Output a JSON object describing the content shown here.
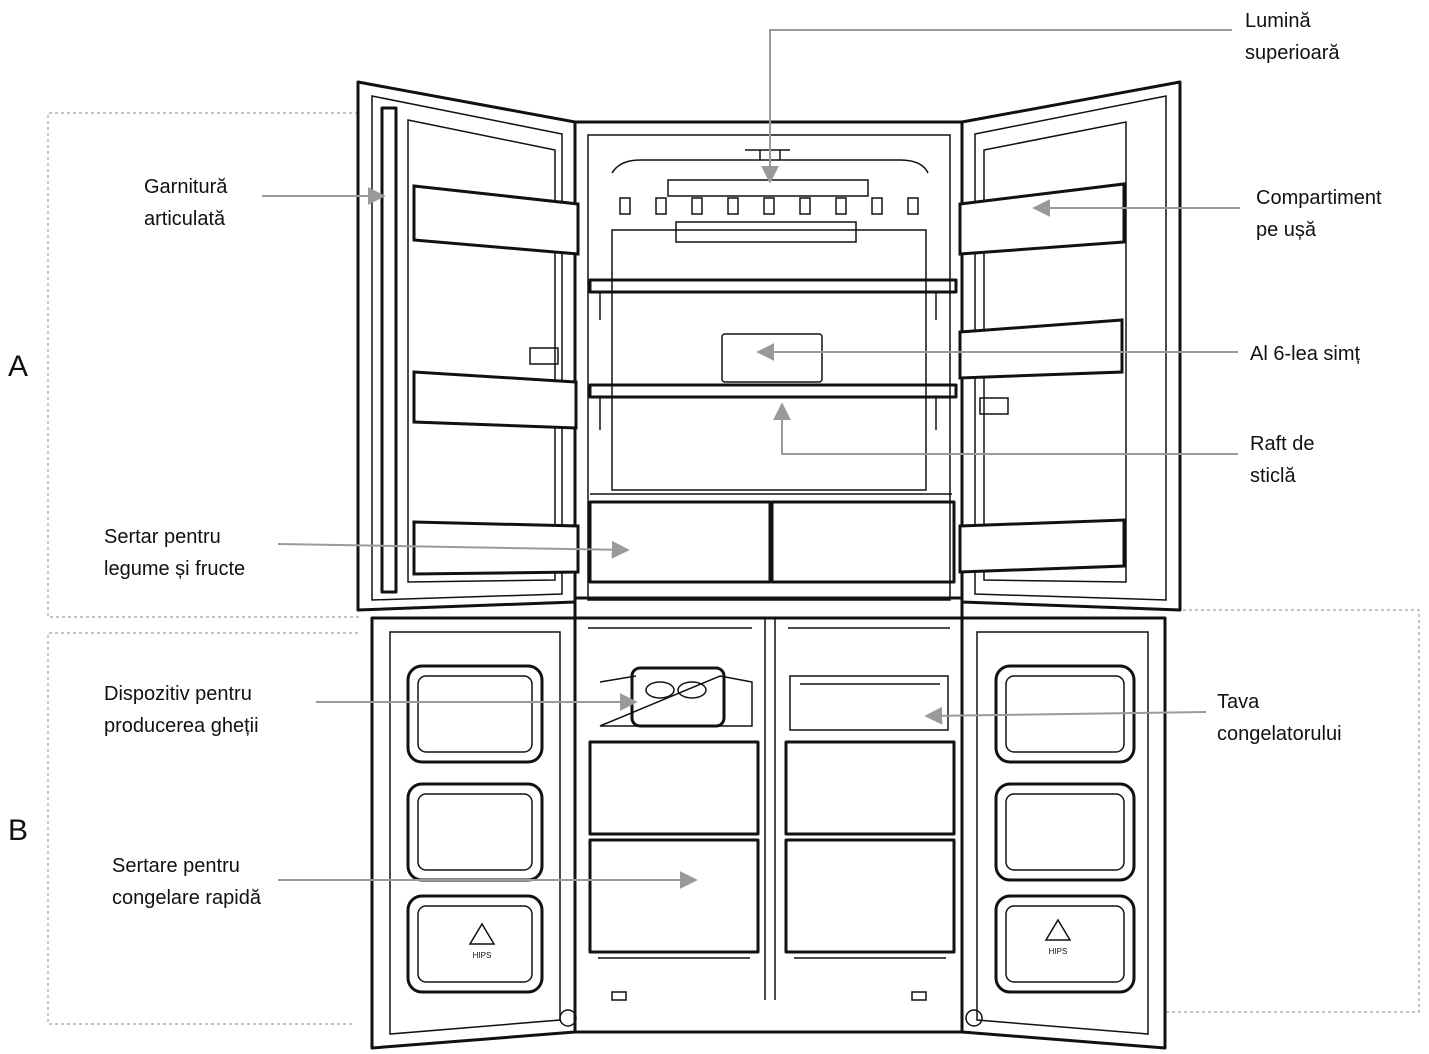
{
  "sections": {
    "a": "A",
    "b": "B"
  },
  "labels": {
    "top_light": [
      "Lumină",
      "superioară"
    ],
    "hinged_gasket": [
      "Garnitură",
      "articulată"
    ],
    "door_bin": [
      "Compartiment",
      "pe ușă"
    ],
    "sixth_sense": [
      "Al 6-lea simț"
    ],
    "glass_shelf": [
      "Raft de",
      "sticlă"
    ],
    "crisper": [
      "Sertar pentru",
      "legume și fructe"
    ],
    "ice_maker": [
      "Dispozitiv pentru",
      "producerea gheții"
    ],
    "freezer_tray": [
      "Tava",
      "congelatorului"
    ],
    "quick_freeze": [
      "Sertare pentru",
      "congelare rapidă"
    ]
  },
  "recycle_marks": [
    "HIPS",
    "HIPS"
  ],
  "colors": {
    "pointer": "#9a9a9a",
    "outline": "#111111",
    "dashed_frame": "#888888"
  }
}
